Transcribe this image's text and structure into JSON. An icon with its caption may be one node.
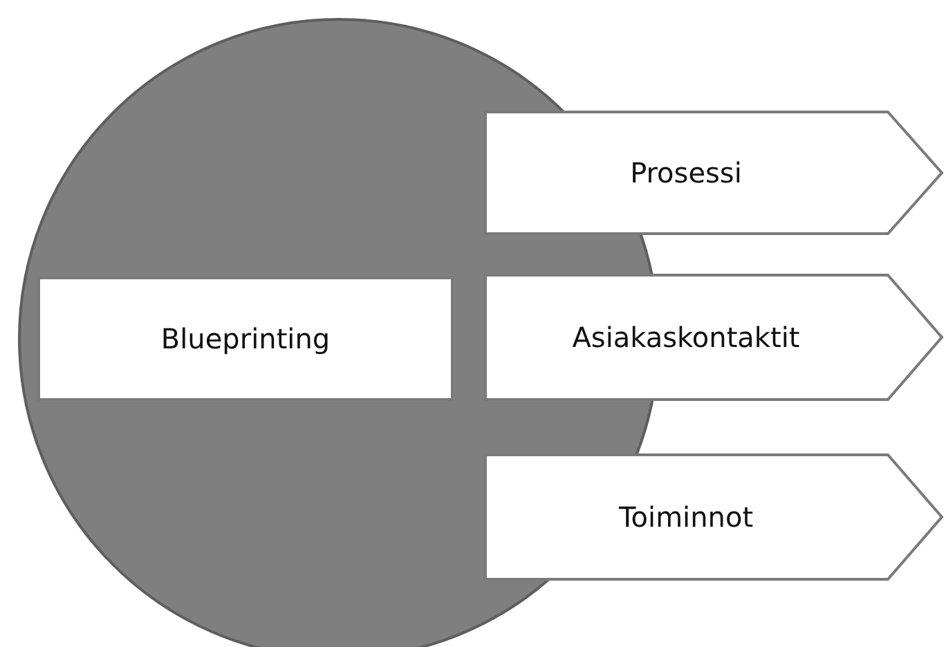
{
  "diagram": {
    "nodes": [
      {
        "text": [],
        "shape": "circle"
      },
      {
        "text": [
          "Blueprinting"
        ],
        "in": 0
      },
      {
        "text": [
          "Prosessi"
        ]
      },
      {
        "text": [
          "Asiakaskontaktit"
        ]
      },
      {
        "text": [
          "Toiminnot"
        ]
      }
    ]
  }
}
